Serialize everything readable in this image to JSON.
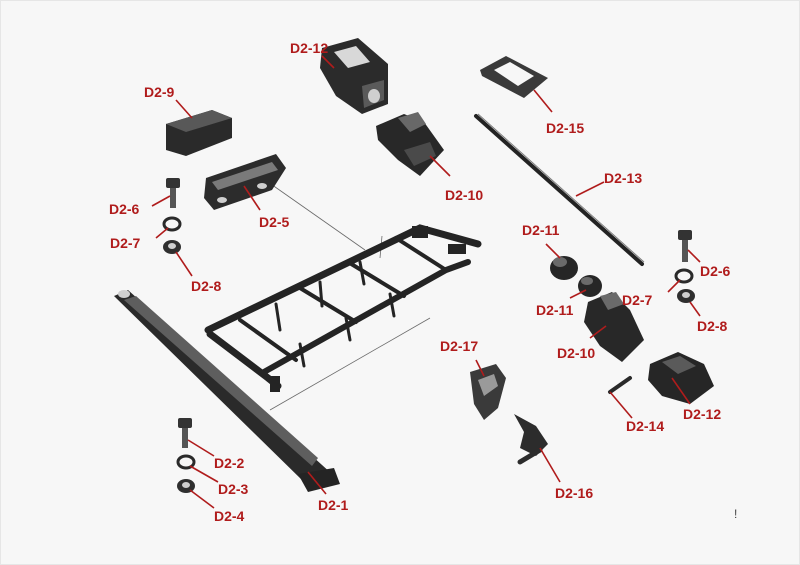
{
  "colors": {
    "label": "#b01c1c",
    "leader": "#b01c1c",
    "part": "#262626",
    "part_mid": "#4a4a4a",
    "part_light": "#8a8a8a",
    "background": "#f7f7f7"
  },
  "labels": [
    {
      "id": "d2-12-top",
      "text": "D2-12"
    },
    {
      "id": "d2-9",
      "text": "D2-9"
    },
    {
      "id": "d2-15",
      "text": "D2-15"
    },
    {
      "id": "d2-10-top",
      "text": "D2-10"
    },
    {
      "id": "d2-13",
      "text": "D2-13"
    },
    {
      "id": "d2-6-left",
      "text": "D2-6"
    },
    {
      "id": "d2-5",
      "text": "D2-5"
    },
    {
      "id": "d2-7-left",
      "text": "D2-7"
    },
    {
      "id": "d2-11-top",
      "text": "D2-11"
    },
    {
      "id": "d2-6-right",
      "text": "D2-6"
    },
    {
      "id": "d2-8-left",
      "text": "D2-8"
    },
    {
      "id": "d2-7-right",
      "text": "D2-7"
    },
    {
      "id": "d2-11-bottom",
      "text": "D2-11"
    },
    {
      "id": "d2-8-right",
      "text": "D2-8"
    },
    {
      "id": "d2-17",
      "text": "D2-17"
    },
    {
      "id": "d2-10-bottom",
      "text": "D2-10"
    },
    {
      "id": "d2-12-bottom",
      "text": "D2-12"
    },
    {
      "id": "d2-14",
      "text": "D2-14"
    },
    {
      "id": "d2-2",
      "text": "D2-2"
    },
    {
      "id": "d2-3",
      "text": "D2-3"
    },
    {
      "id": "d2-1",
      "text": "D2-1"
    },
    {
      "id": "d2-16",
      "text": "D2-16"
    },
    {
      "id": "d2-4",
      "text": "D2-4"
    }
  ]
}
